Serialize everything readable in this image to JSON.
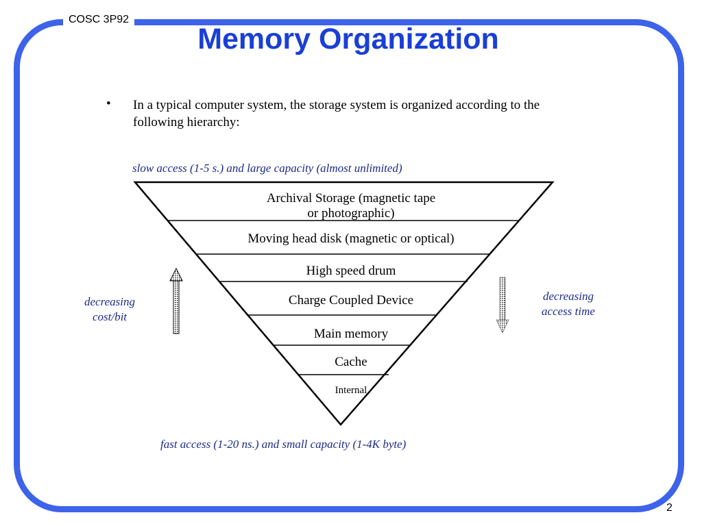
{
  "header": {
    "course": "COSC 3P92",
    "title": "Memory Organization"
  },
  "bullet": {
    "marker": "•",
    "text": "In a typical computer system, the storage system is organized according to the following hierarchy:"
  },
  "hierarchy": {
    "top_note": "slow access  (1-5 s.) and large capacity (almost unlimited)",
    "bottom_note": "fast access (1-20 ns.) and small capacity (1-4K byte)",
    "levels": [
      "Archival Storage (magnetic tape",
      "or photographic)",
      "Moving head disk (magnetic or optical)",
      "High speed drum",
      "Charge Coupled Device",
      "Main memory",
      "Cache",
      "Internal"
    ],
    "left_label": [
      "decreasing",
      "cost/bit"
    ],
    "right_label": [
      "decreasing",
      "access time"
    ]
  },
  "footer": {
    "page_number": "2"
  },
  "colors": {
    "frame": "#3d63ea",
    "title": "#1a3fd6",
    "italic_text": "#1b2a8a"
  }
}
